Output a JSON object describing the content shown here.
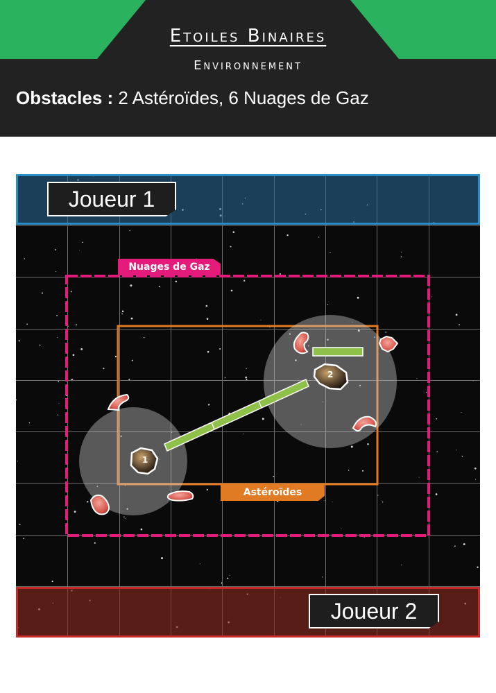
{
  "header": {
    "title": "Etoiles Binaires",
    "subtitle": "Environnement",
    "obstacles_label": "Obstacles :",
    "obstacles_value": "2 Astéroïdes, 6 Nuages de Gaz"
  },
  "board": {
    "player1_label": "Joueur 1",
    "player2_label": "Joueur 2",
    "gas_zone_label": "Nuages de Gaz",
    "asteroid_zone_label": "Astéroïdes",
    "asteroids": [
      {
        "number": "1"
      },
      {
        "number": "2"
      }
    ],
    "grid": {
      "columns": 9,
      "rows": 9
    }
  },
  "colors": {
    "header_bg": "#222222",
    "accent_green": "#2ab25e",
    "player1_zone": "#2a8cc4",
    "player2_zone": "#c62828",
    "gas_zone": "#e31b7a",
    "asteroid_zone": "#e07a23",
    "range_ruler": "#8fc04a"
  }
}
